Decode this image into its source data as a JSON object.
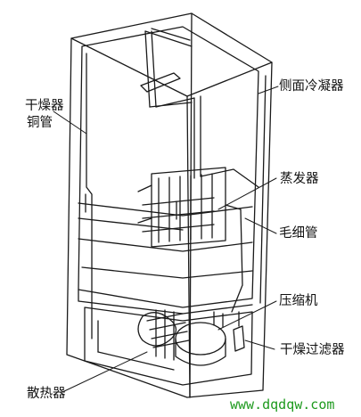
{
  "labels": {
    "dryer_line1": "干燥器",
    "dryer_line2": "铜管",
    "side_condenser": "侧面冷凝器",
    "evaporator": "蒸发器",
    "capillary": "毛细管",
    "compressor": "压缩机",
    "drying_filter": "干燥过滤器",
    "radiator": "散热器"
  },
  "watermark": "www.dqdqw.com",
  "colors": {
    "line": "#1a1a1a",
    "watermark": "#1e9a1e"
  }
}
